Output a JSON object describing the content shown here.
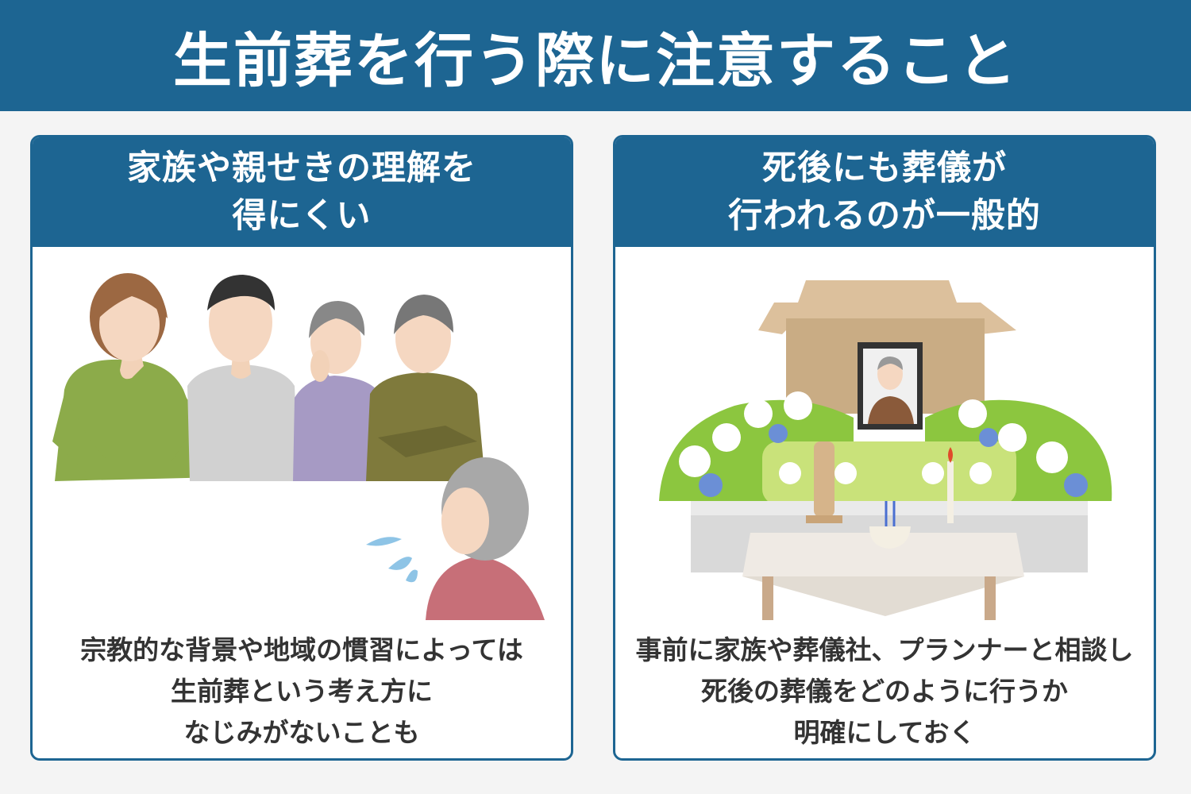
{
  "title": "生前葬を行う際に注意すること",
  "cards": [
    {
      "heading": [
        "家族や親せきの理解を",
        "得にくい"
      ],
      "description": [
        "宗教的な背景や地域の慣習によっては",
        "生前葬という考え方に",
        "なじみがないことも"
      ],
      "illustration": "family-disapproval-illustration"
    },
    {
      "heading": [
        "死後にも葬儀が",
        "行われるのが一般的"
      ],
      "description": [
        "事前に家族や葬儀社、プランナーと相談し",
        "死後の葬儀をどのように行うか",
        "明確にしておく"
      ],
      "illustration": "funeral-altar-illustration"
    }
  ],
  "colors": {
    "brand": "#1d6592",
    "background": "#f4f4f4",
    "text": "#333333"
  }
}
